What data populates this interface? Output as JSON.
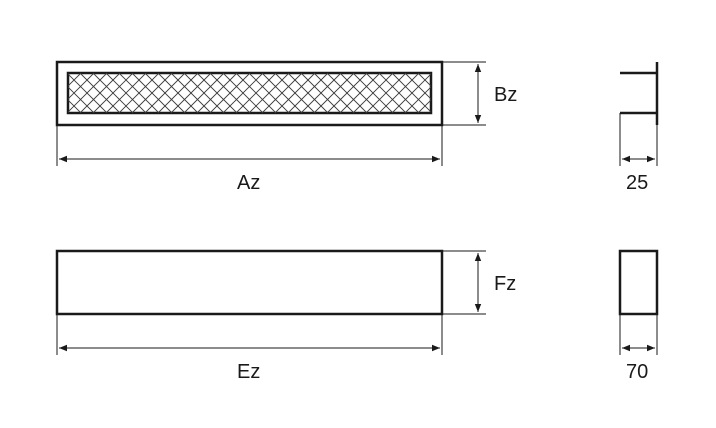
{
  "diagram": {
    "grille_top_view": {
      "width_label": "Az",
      "height_label": "Bz"
    },
    "grille_side_view": {
      "depth_label": "25"
    },
    "frame_front_view": {
      "width_label": "Ez",
      "height_label": "Fz"
    },
    "frame_side_view": {
      "depth_label": "70"
    },
    "colors": {
      "line": "#1a1a1a",
      "mesh": "#3a3a3a",
      "background": "#ffffff"
    }
  }
}
